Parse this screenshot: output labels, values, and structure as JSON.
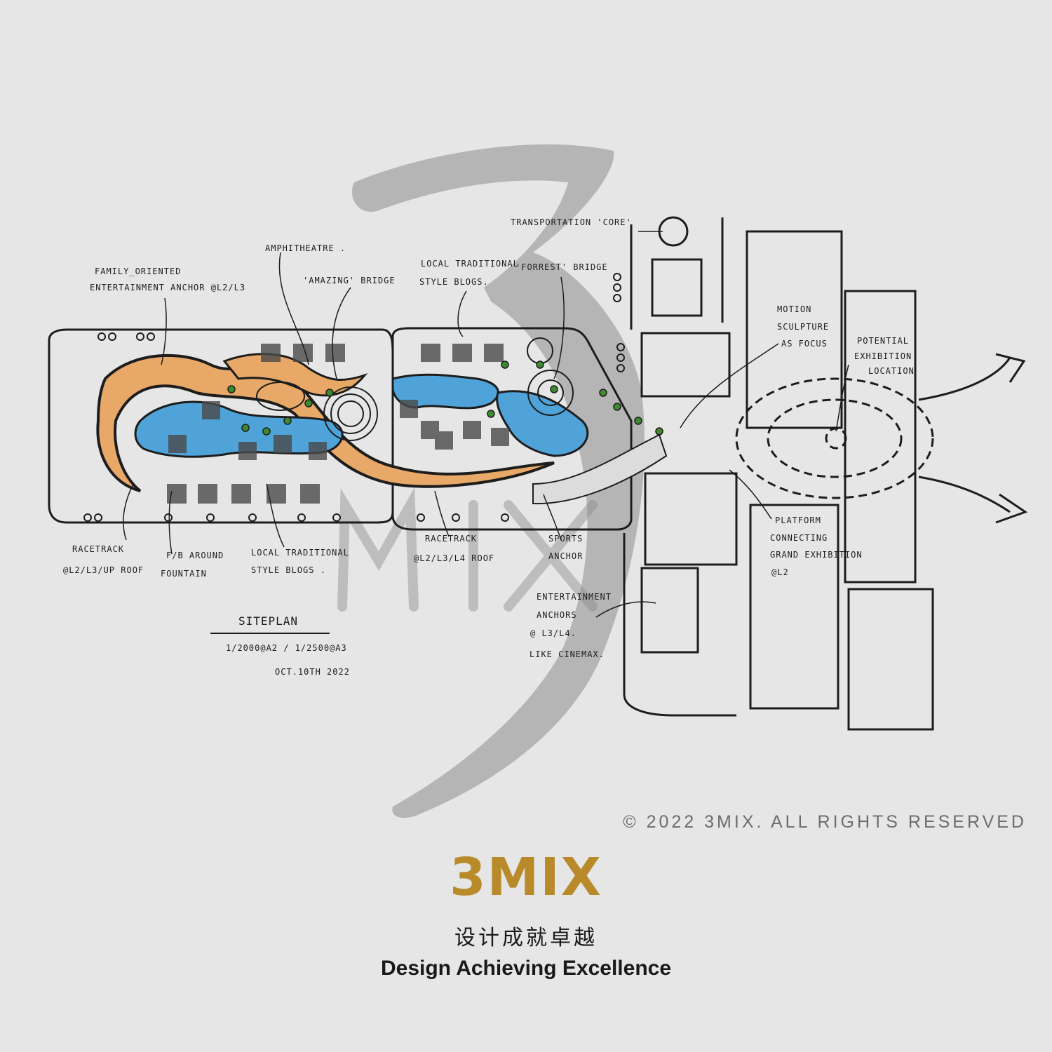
{
  "sketch": {
    "annotations": {
      "transportation_core": "TRANSPORTATION 'CORE'",
      "amphitheatre": "AMPHITHEATRE .",
      "family_anchor_1": "FAMILY_ORIENTED",
      "family_anchor_2": "ENTERTAINMENT ANCHOR @L2/L3",
      "amazing_bridge": "'AMAZING' BRIDGE",
      "local_blocks_top_1": "LOCAL TRADITIONAL",
      "local_blocks_top_2": "STYLE BLOGS.",
      "forrest_bridge": "'FORREST' BRIDGE",
      "motion_sculpture_1": "MOTION",
      "motion_sculpture_2": "SCULPTURE",
      "motion_sculpture_3": "AS FOCUS",
      "potential_exhibition_1": "POTENTIAL",
      "potential_exhibition_2": "EXHIBITION",
      "potential_exhibition_3": "LOCATION",
      "racetrack_left_1": "RACETRACK",
      "racetrack_left_2": "@L2/L3/UP ROOF",
      "fb_fountain_1": "F/B AROUND",
      "fb_fountain_2": "FOUNTAIN",
      "local_blocks_bottom_1": "LOCAL TRADITIONAL",
      "local_blocks_bottom_2": "STYLE BLOGS .",
      "racetrack_mid_1": "RACETRACK",
      "racetrack_mid_2": "@L2/L3/L4 ROOF",
      "sports_anchor_1": "SPORTS",
      "sports_anchor_2": "ANCHOR",
      "platform_1": "PLATFORM",
      "platform_2": "CONNECTING",
      "platform_3": "GRAND EXHIBITION",
      "platform_4": "@L2",
      "entertainment_anchors_1": "ENTERTAINMENT",
      "entertainment_anchors_2": "ANCHORS",
      "entertainment_anchors_3": "@ L3/L4.",
      "entertainment_anchors_4": "LIKE CINEMAX.",
      "site_plan_title": "SITEPLAN",
      "site_plan_scale": "1/2000@A2 / 1/2500@A3",
      "site_plan_date": "OCT.10TH 2022"
    },
    "colors": {
      "ink": "#1d1d1d",
      "water": "#4fa3d9",
      "racetrack": "#e8a968",
      "trees": "#3f8a2e",
      "watermark": "#8c8c8c"
    }
  },
  "copyright": "© 2022 3MIX. ALL RIGHTS RESERVED",
  "brand": {
    "logo": "3MIX",
    "tagline_cn": "设计成就卓越",
    "tagline_en": "Design Achieving Excellence"
  }
}
